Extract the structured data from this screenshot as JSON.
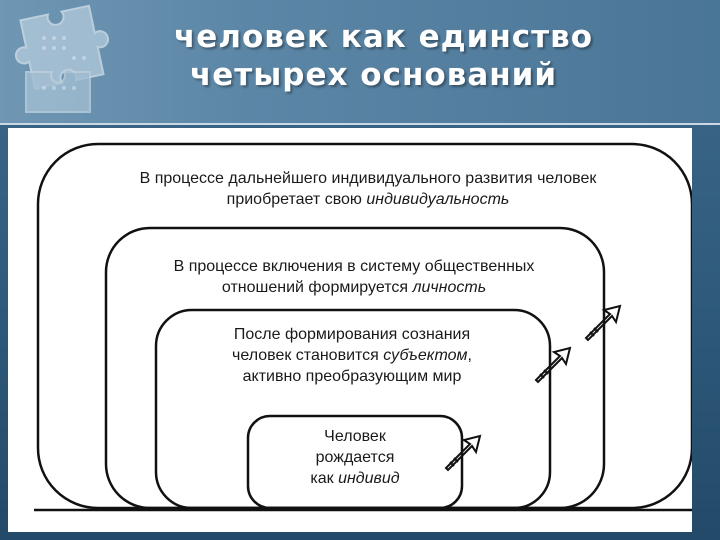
{
  "title": {
    "line1": "человек как единство",
    "line2": "четырех оснований"
  },
  "diagram": {
    "outer": {
      "line1": "В процессе дальнейшего индивидуального развития человек",
      "line2_prefix": "приобретает свою ",
      "line2_emphasis": "индивидуальность"
    },
    "second": {
      "line1": "В процессе включения в систему общественных",
      "line2_prefix": "отношений формируется ",
      "line2_emphasis": "личность"
    },
    "third": {
      "line1": "После формирования сознания",
      "line2_prefix": "человек становится ",
      "line2_emphasis": "субъектом",
      "line2_suffix": ",",
      "line3": "активно преобразующим мир"
    },
    "inner": {
      "line1": "Человек",
      "line2": "рождается",
      "line3_prefix": "как ",
      "line3_emphasis": "индивид"
    }
  },
  "colors": {
    "background": "#2f5a7c",
    "title_band": "#5c86a6",
    "title_text": "#ffffff",
    "diagram_stroke": "#111111"
  }
}
